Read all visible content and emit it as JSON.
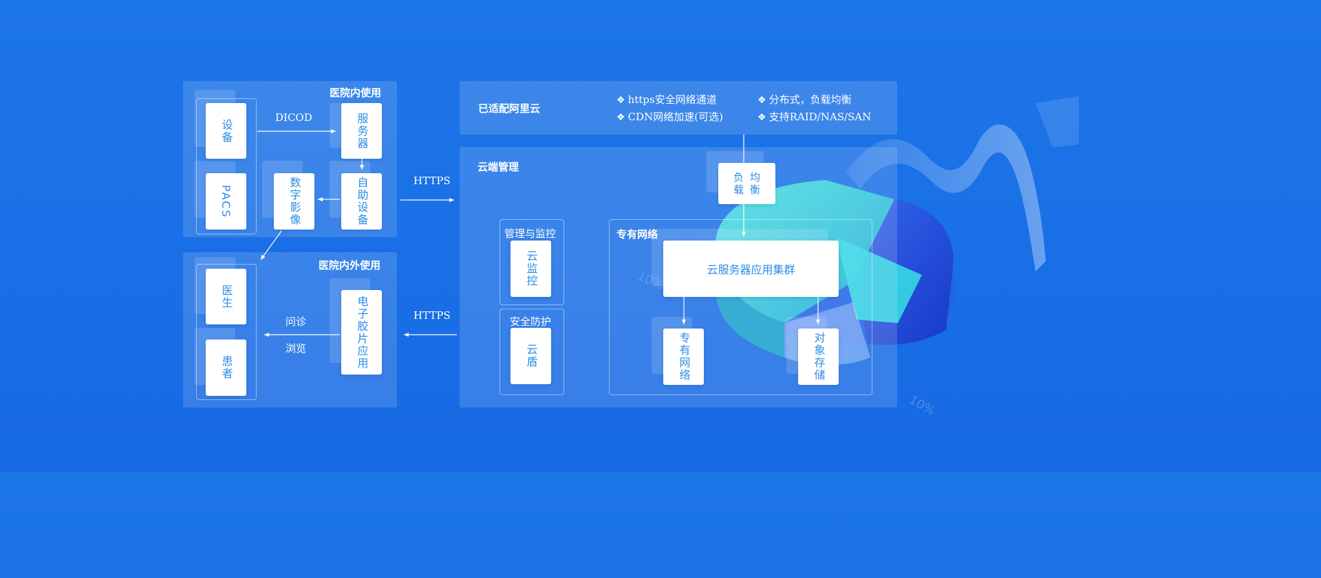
{
  "hospital_internal": {
    "title": "医院内使用",
    "device": "设备",
    "pacs": "PACS",
    "dicod": "DICOD",
    "server": "服务器",
    "self_service": "自助设备",
    "digital_image": "数字影像"
  },
  "hospital_external": {
    "title": "医院内外使用",
    "doctor": "医生",
    "patient": "患者",
    "consult": "问诊",
    "browse": "浏览",
    "film_app": "电子胶片应用"
  },
  "links": {
    "https_top": "HTTPS",
    "https_bottom": "HTTPS"
  },
  "aliyun": {
    "title": "已适配阿里云",
    "features": [
      "https安全网络通道",
      "分布式，负载均衡",
      "CDN网络加速(可选)",
      "支持RAID/NAS/SAN"
    ],
    "bullet": "❖"
  },
  "cloud": {
    "title": "云端管理",
    "load_balance": [
      "负",
      "均",
      "载",
      "衡"
    ],
    "mgmt_monitor": "管理与监控",
    "cloud_monitor": "云监控",
    "security": "安全防护",
    "cloud_shield": "云盾",
    "private_net_title": "专有网络",
    "server_cluster": "云服务器应用集群",
    "private_net_box": "专有网络",
    "object_storage": "对象存储"
  },
  "decor": {
    "pct_1": "10%",
    "pct_2": "10%"
  },
  "colors": {
    "background": "#1a6fe6",
    "card_text": "#2a8ce8",
    "teal": "#2fd6d0",
    "deep_blue": "#1c48d6"
  }
}
